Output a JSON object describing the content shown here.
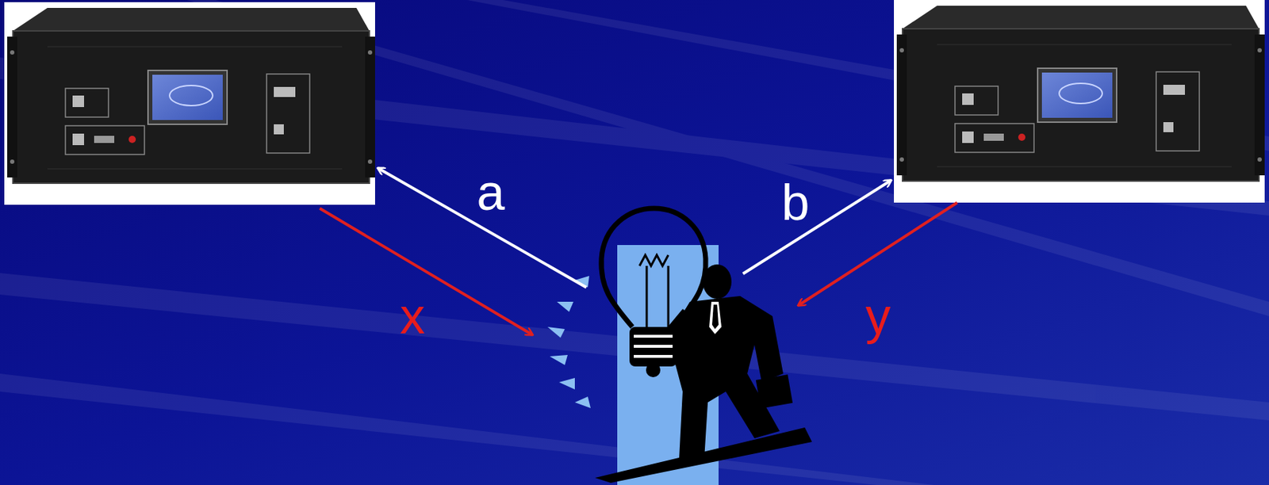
{
  "diagram": {
    "labels": [
      "a",
      "b",
      "x",
      "y"
    ]
  }
}
